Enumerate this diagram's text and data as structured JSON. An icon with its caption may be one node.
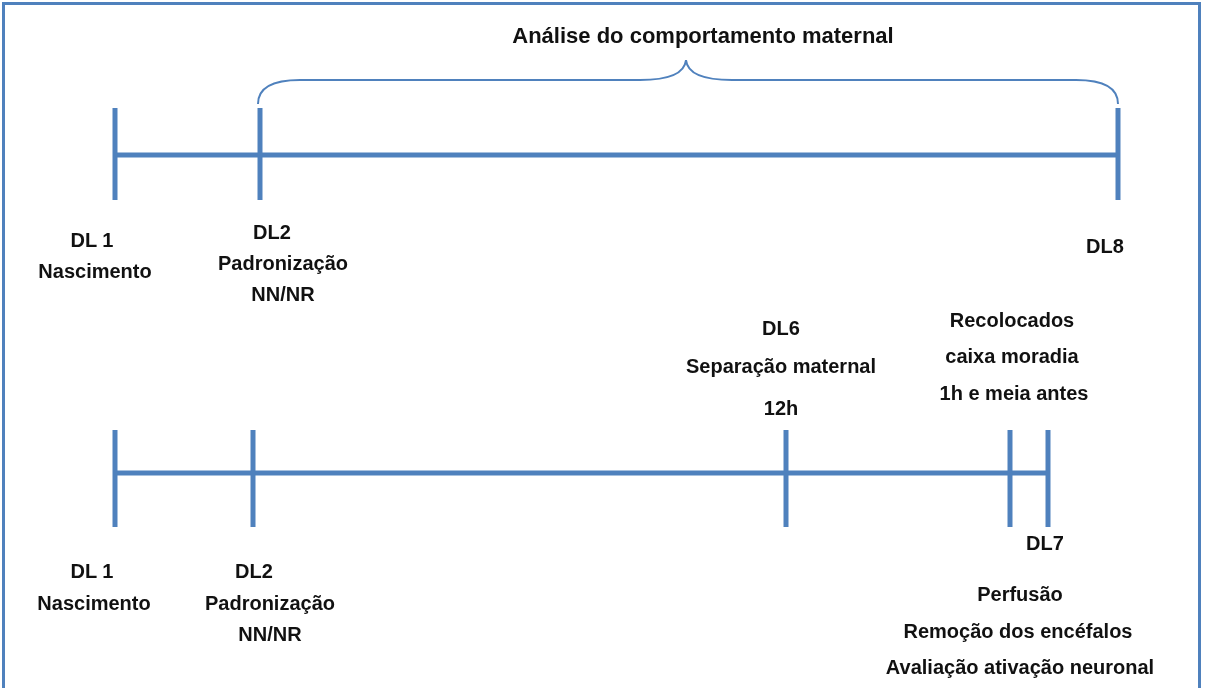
{
  "diagram": {
    "labels": [
      "Análise do comportamento maternal",
      "DL 1",
      "Nascimento",
      "DL2",
      "Padronização",
      "NN/NR",
      "DL8",
      "DL6",
      "Separação maternal",
      "12h",
      "Recolocados",
      "caixa moradia",
      "1h e meia antes",
      "DL7",
      "DL 1",
      "Nascimento",
      "DL2",
      "Padronização",
      "NN/NR",
      "Perfusão",
      "Remoção dos encéfalos",
      "Avaliação ativação neuronal"
    ]
  }
}
